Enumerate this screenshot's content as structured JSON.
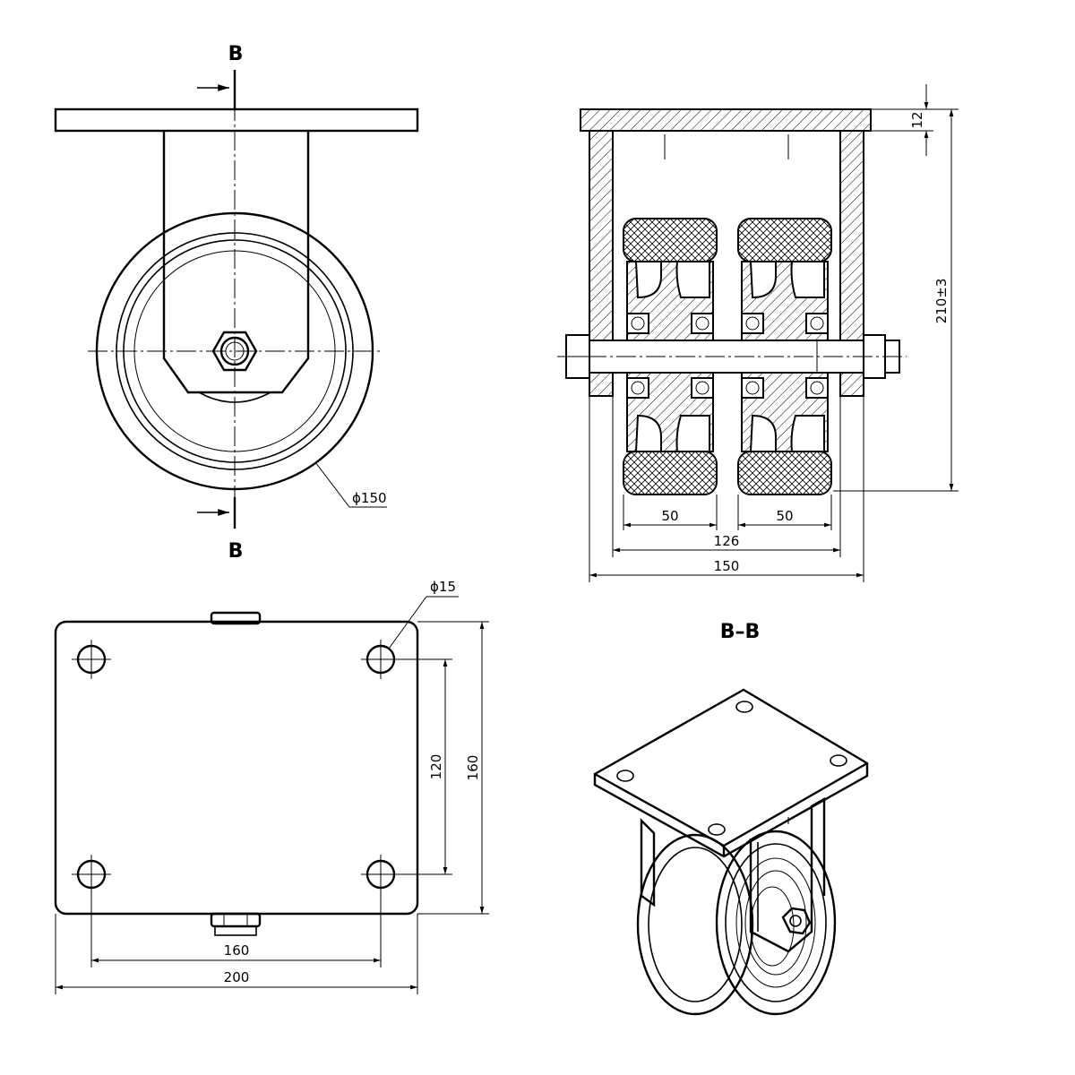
{
  "section_marker": "B",
  "section_title": "B–B",
  "dimensions": {
    "wheel_diameter": "ϕ150",
    "plate_thickness": "12",
    "total_height": "210±3",
    "wheel_width_left": "50",
    "wheel_width_right": "50",
    "inner_span": "126",
    "outer_span": "150",
    "hole_diameter": "ϕ15",
    "hole_spacing_vertical": "120",
    "plate_depth": "160",
    "hole_spacing_horizontal": "160",
    "plate_width": "200"
  }
}
